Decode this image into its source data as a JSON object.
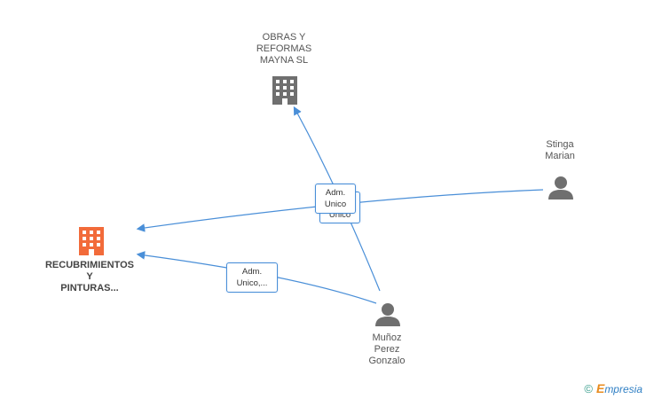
{
  "nodes": {
    "main_company": {
      "label": "RECUBRIMIENTOS\nY\nPINTURAS...",
      "color": "#f26b3a"
    },
    "obras": {
      "label": "OBRAS Y\nREFORMAS\nMAYNA SL",
      "color": "#6f6f6f"
    },
    "stinga": {
      "label": "Stinga\nMarian",
      "color": "#6f6f6f"
    },
    "munoz": {
      "label": "Muñoz\nPerez\nGonzalo",
      "color": "#6f6f6f"
    }
  },
  "edges": {
    "center_front": {
      "line1": "Adm.",
      "line2": "Unico"
    },
    "center_back": {
      "line2": "Unico"
    },
    "lower": {
      "line1": "Adm.",
      "line2": "Unico,..."
    },
    "color": "#4a8fd8"
  },
  "footer": {
    "copyright": "©",
    "brand_initial": "E",
    "brand_rest": "mpresia"
  }
}
